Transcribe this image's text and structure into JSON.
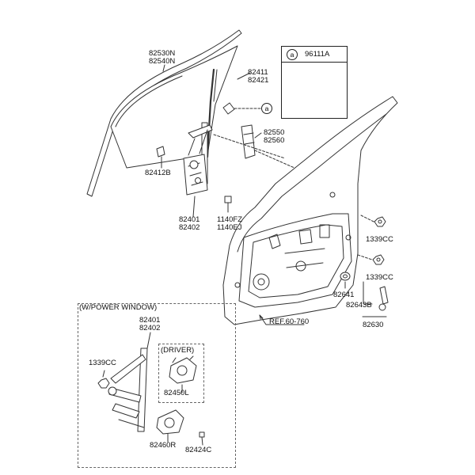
{
  "labels": {
    "glass_a": "82530N",
    "glass_b": "82540N",
    "run_a": "82411",
    "run_b": "82421",
    "sticker": "96111A",
    "marker": "a",
    "chan_a": "82550",
    "chan_b": "82560",
    "clip": "82412B",
    "reg_a": "82401",
    "reg_b": "82402",
    "bolt_a": "1140FZ",
    "bolt_b": "1140EJ",
    "nut_upper": "1339CC",
    "nut_lower": "1339CC",
    "grommet": "82641",
    "check_a": "82643B",
    "check_b": "82630",
    "ref": "REF.60-760",
    "pw_title": "(W/POWER WINDOW)",
    "pw_reg_a": "82401",
    "pw_reg_b": "82402",
    "pw_nut": "1339CC",
    "driver_title": "(DRIVER)",
    "driver_motor": "82450L",
    "pw_motor": "82460R",
    "pw_screw": "82424C"
  }
}
